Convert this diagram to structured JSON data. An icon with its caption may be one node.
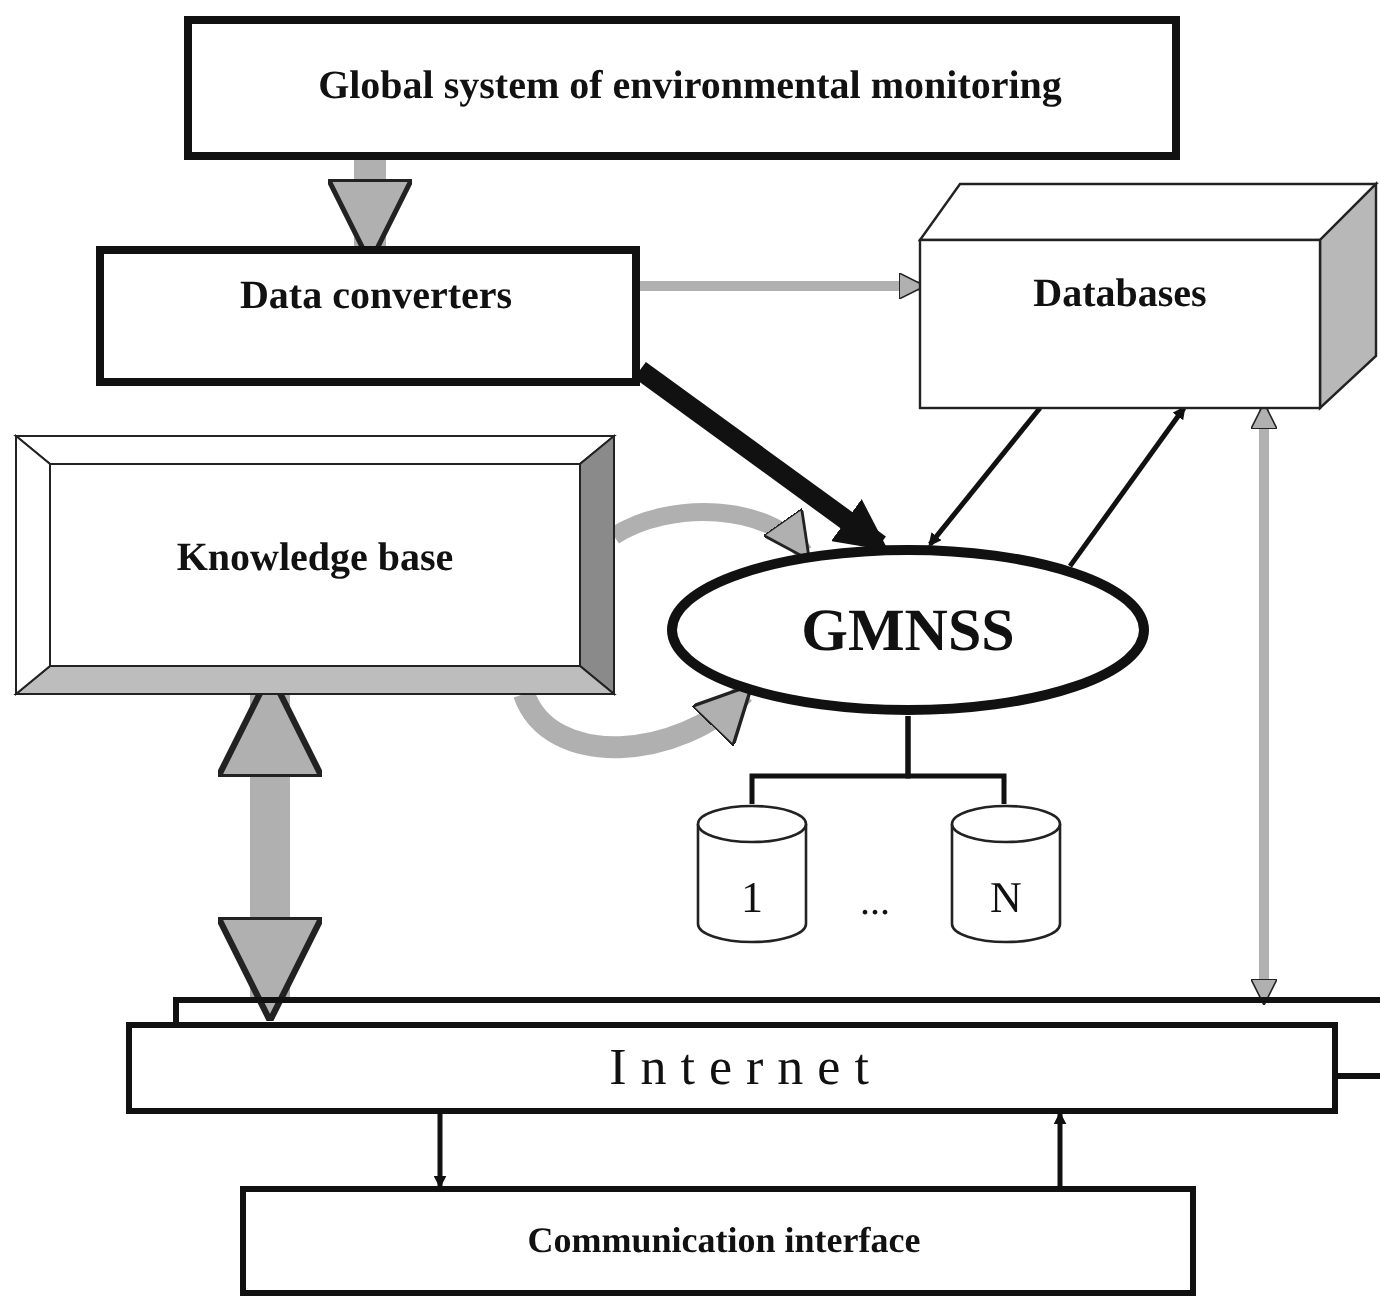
{
  "diagram": {
    "nodes": [
      {
        "text": [
          "Global system of environmental monitoring"
        ]
      },
      {
        "text": [
          "Data converters"
        ]
      },
      {
        "text": [
          "Databases"
        ]
      },
      {
        "text": [
          "Knowledge base"
        ]
      },
      {
        "text": [
          "GMNSS"
        ]
      },
      {
        "text": [
          "1"
        ]
      },
      {
        "text": [
          "N"
        ]
      },
      {
        "text": [
          "Internet"
        ]
      },
      {
        "text": [
          "Communication interface"
        ]
      }
    ],
    "edges": [
      {
        "from": 0,
        "to": 1,
        "arrow": "to",
        "style": "thick",
        "color": "#b0b0b0"
      },
      {
        "from": 1,
        "to": 2,
        "arrow": "to",
        "color": "#b0b0b0"
      },
      {
        "from": 1,
        "to": 4,
        "arrow": "to",
        "style": "thick"
      },
      {
        "from": 2,
        "to": 4,
        "arrow": "to"
      },
      {
        "from": 4,
        "to": 2,
        "arrow": "to"
      },
      {
        "from": 3,
        "to": 4,
        "arrow": "to",
        "style": "thick",
        "color": "#b0b0b0"
      },
      {
        "from": 3,
        "to": 4,
        "arrow": "to",
        "style": "thick",
        "color": "#b0b0b0"
      },
      {
        "from": 3,
        "to": 7,
        "arrow": "both",
        "style": "thick",
        "color": "#b0b0b0"
      },
      {
        "from": 2,
        "to": 7,
        "arrow": "both",
        "color": "#b0b0b0"
      },
      {
        "from": 4,
        "to": 5,
        "arrow": "none"
      },
      {
        "from": 4,
        "to": 6,
        "arrow": "none"
      },
      {
        "from": 7,
        "to": 8,
        "arrow": "to"
      },
      {
        "from": 8,
        "to": 7,
        "arrow": "to"
      }
    ],
    "labels": [
      "..."
    ]
  }
}
